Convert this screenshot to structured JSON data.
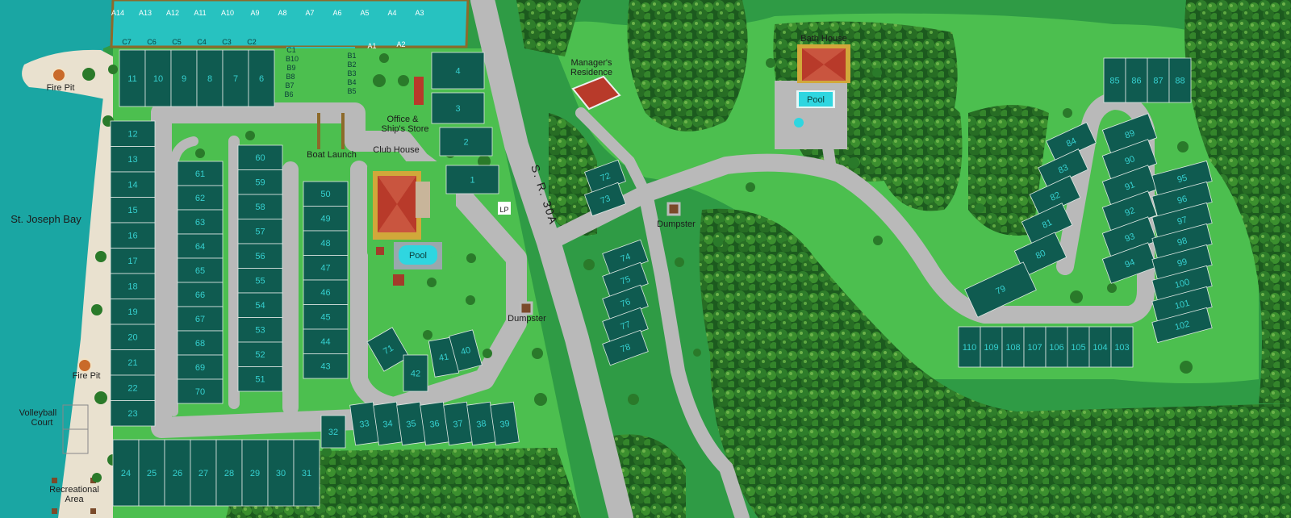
{
  "colors": {
    "water": "#1aa6a3",
    "marina_water": "#27c2c0",
    "sand": "#e9e1cf",
    "grass_dark": "#2f9b45",
    "grass_light": "#4cbf4f",
    "road": "#b9b9b9",
    "site": "#0f5b50",
    "site_text": "#36d0d0",
    "roof": "#b83a2a",
    "pool": "#2fd6e0"
  },
  "labels": {
    "bay": "St. Joseph Bay",
    "fire_pit_1": "Fire Pit",
    "fire_pit_2": "Fire Pit",
    "volleyball_1": "Volleyball",
    "volleyball_2": "Court",
    "recreational_1": "Recreational",
    "recreational_2": "Area",
    "boat_launch": "Boat Launch",
    "club_house": "Club House",
    "office_1": "Office &",
    "office_2": "Ship's Store",
    "managers_1": "Manager's",
    "managers_2": "Residence",
    "bath_house": "Bath House",
    "pool_main": "Pool",
    "pool_east": "Pool",
    "dumpster_west": "Dumpster",
    "dumpster_east": "Dumpster",
    "lp": "LP",
    "road": "S. R. 30A"
  },
  "docks": {
    "a_top": [
      "A14",
      "A13",
      "A12",
      "A11",
      "A10",
      "A9",
      "A8",
      "A7",
      "A6",
      "A5",
      "A4",
      "A3"
    ],
    "a_low": [
      "A1",
      "A2"
    ],
    "c": [
      "C7",
      "C6",
      "C5",
      "C4",
      "C3",
      "C2"
    ],
    "c1": "C1",
    "b_left": [
      "B10",
      "B9",
      "B8",
      "B7",
      "B6"
    ],
    "b_right": [
      "B1",
      "B2",
      "B3",
      "B4",
      "B5"
    ]
  },
  "sites": {
    "north_row": [
      "11",
      "10",
      "9",
      "8",
      "7",
      "6"
    ],
    "marina_east": [
      "4",
      "3",
      "2",
      "1"
    ],
    "shore_column": [
      "12",
      "13",
      "14",
      "15",
      "16",
      "17",
      "18",
      "19",
      "20",
      "21",
      "22",
      "23"
    ],
    "south_row": [
      "24",
      "25",
      "26",
      "27",
      "28",
      "29",
      "30",
      "31"
    ],
    "south_row_mid": [
      "32",
      "33",
      "34",
      "35",
      "36",
      "37",
      "38",
      "39"
    ],
    "loop_inner_left": [
      "61",
      "62",
      "63",
      "64",
      "65",
      "66",
      "67",
      "68",
      "69",
      "70"
    ],
    "loop_inner_right": [
      "60",
      "59",
      "58",
      "57",
      "56",
      "55",
      "54",
      "53",
      "52",
      "51"
    ],
    "center_column": [
      "50",
      "49",
      "48",
      "47",
      "46",
      "45",
      "44",
      "43"
    ],
    "clubhouse_south": [
      "71",
      "42",
      "41",
      "40"
    ],
    "east_road_pair": [
      "72",
      "73"
    ],
    "east_road_column": [
      "74",
      "75",
      "76",
      "77",
      "78"
    ],
    "east_loop_left": [
      "84",
      "83",
      "82",
      "81",
      "80",
      "79"
    ],
    "east_top": [
      "85",
      "86",
      "87",
      "88"
    ],
    "east_loop_inner": [
      "89",
      "90",
      "91",
      "92",
      "93",
      "94"
    ],
    "east_right": [
      "95",
      "96",
      "97",
      "98",
      "99",
      "100",
      "101",
      "102"
    ],
    "east_bottom": [
      "110",
      "109",
      "108",
      "107",
      "106",
      "105",
      "104",
      "103"
    ]
  }
}
